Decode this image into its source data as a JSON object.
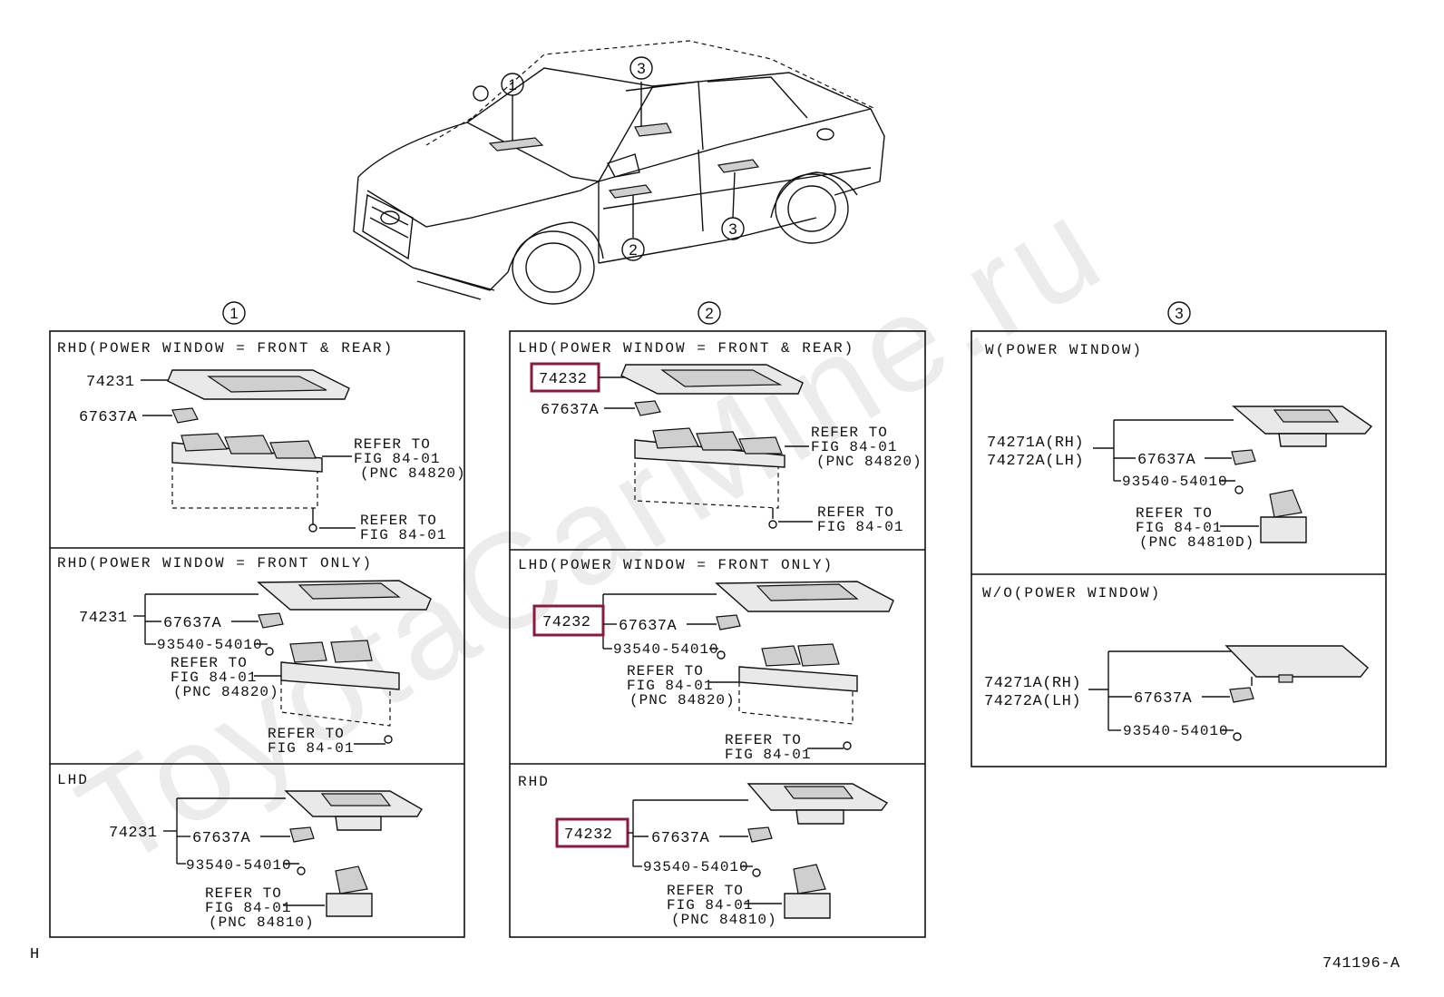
{
  "watermark": "ToyotaCarMine.ru",
  "circles": {
    "one": "1",
    "two": "2",
    "three": "3"
  },
  "footer": {
    "left": "H",
    "right": "741196-A"
  },
  "p1a": {
    "header": "RHD(POWER WINDOW = FRONT & REAR)",
    "part_main": "74231",
    "part_clip": "67637A",
    "ref1": [
      "REFER TO",
      "FIG 84-01",
      "(PNC 84820)"
    ],
    "ref2": [
      "REFER TO",
      "FIG 84-01"
    ]
  },
  "p1b": {
    "header": "RHD(POWER WINDOW = FRONT ONLY)",
    "part_main": "74231",
    "part_clip": "67637A",
    "part_screw": "93540-54010",
    "ref1": [
      "REFER TO",
      "FIG 84-01",
      "(PNC 84820)"
    ],
    "ref2": [
      "REFER TO",
      "FIG 84-01"
    ]
  },
  "p1c": {
    "header": "LHD",
    "part_main": "74231",
    "part_clip": "67637A",
    "part_screw": "93540-54010",
    "ref1": [
      "REFER TO",
      "FIG 84-01",
      "(PNC 84810)"
    ]
  },
  "p2a": {
    "header": "LHD(POWER WINDOW = FRONT & REAR)",
    "part_main": "74232",
    "part_clip": "67637A",
    "ref1": [
      "REFER TO",
      "FIG 84-01",
      "(PNC 84820)"
    ],
    "ref2": [
      "REFER TO",
      "FIG 84-01"
    ]
  },
  "p2b": {
    "header": "LHD(POWER WINDOW = FRONT ONLY)",
    "part_main": "74232",
    "part_clip": "67637A",
    "part_screw": "93540-54010",
    "ref1": [
      "REFER TO",
      "FIG 84-01",
      "(PNC 84820)"
    ],
    "ref2": [
      "REFER TO",
      "FIG 84-01"
    ]
  },
  "p2c": {
    "header": "RHD",
    "part_main": "74232",
    "part_clip": "67637A",
    "part_screw": "93540-54010",
    "ref1": [
      "REFER TO",
      "FIG 84-01",
      "(PNC 84810)"
    ]
  },
  "p3a": {
    "header": "W(POWER WINDOW)",
    "part_rh": "74271A(RH)",
    "part_lh": "74272A(LH)",
    "part_clip": "67637A",
    "part_screw": "93540-54010",
    "ref1": [
      "REFER TO",
      "FIG 84-01",
      "(PNC 84810D)"
    ]
  },
  "p3b": {
    "header": "W/O(POWER WINDOW)",
    "part_rh": "74271A(RH)",
    "part_lh": "74272A(LH)",
    "part_clip": "67637A",
    "part_screw": "93540-54010"
  },
  "colors": {
    "highlight": "#8b1a3a",
    "line": "#111111",
    "watermark": "#ececec"
  }
}
